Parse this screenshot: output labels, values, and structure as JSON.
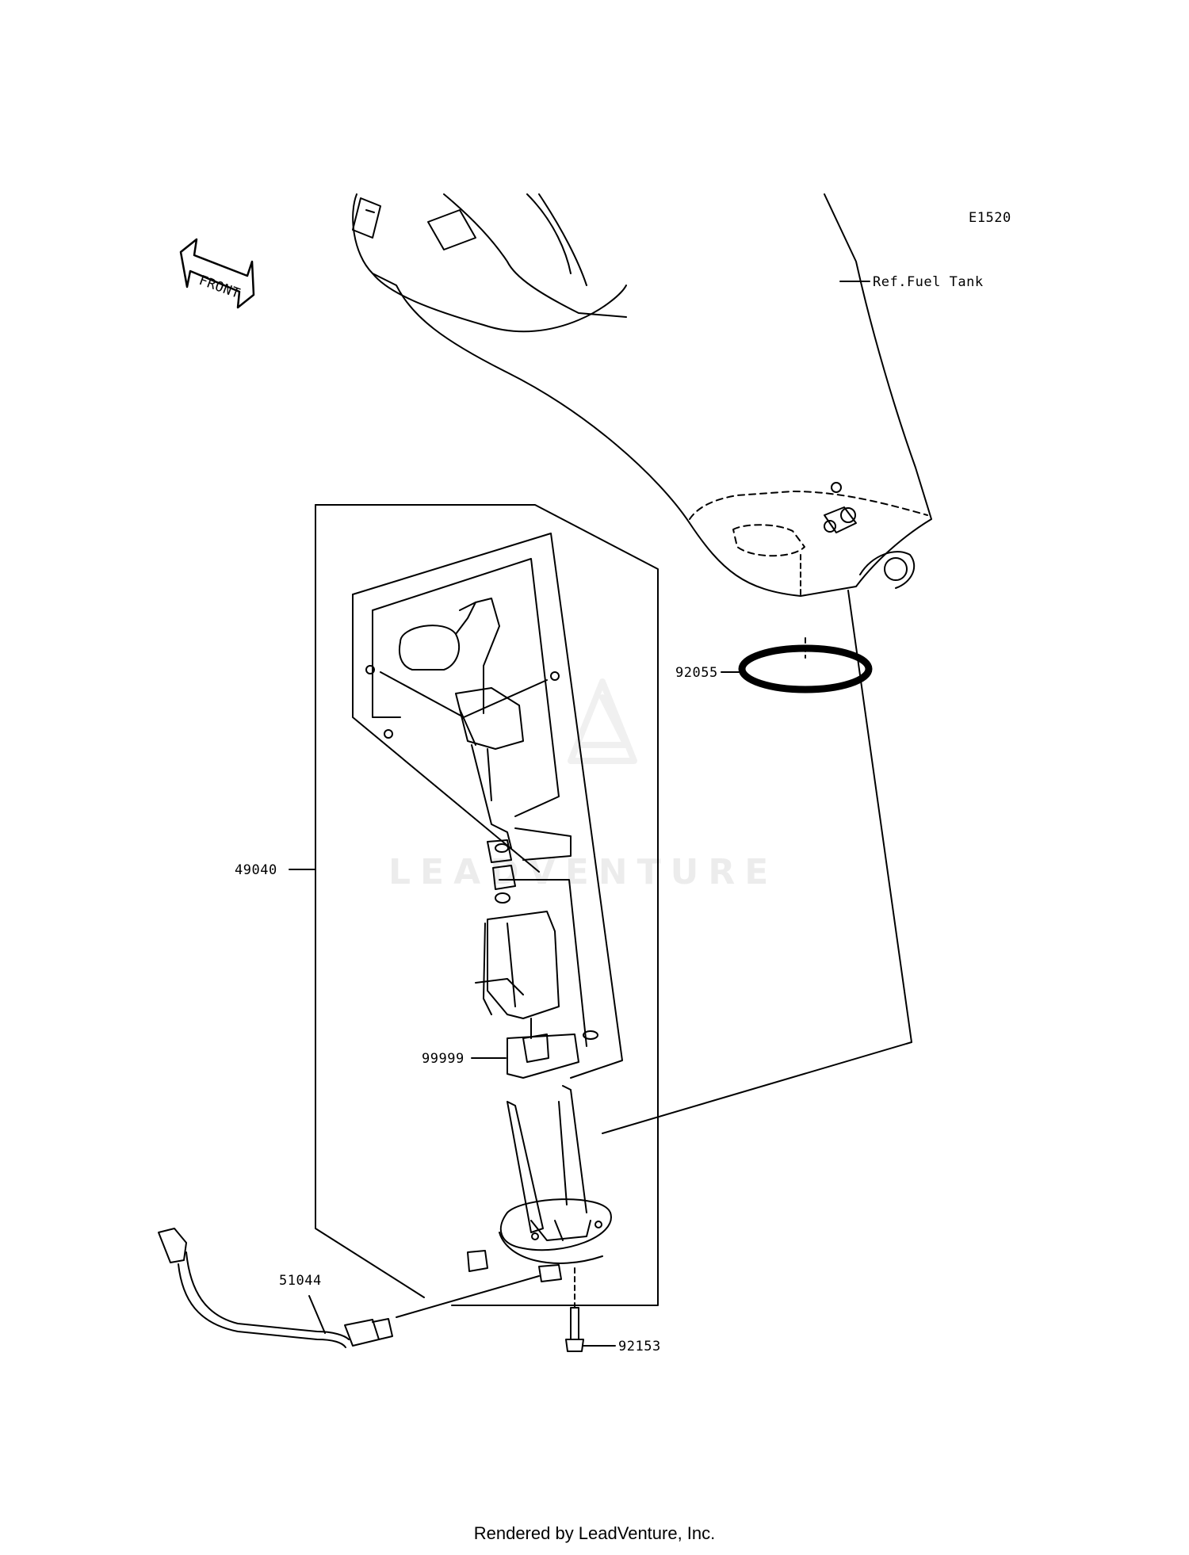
{
  "diagram": {
    "code": "E1520",
    "front_label": "FRONT",
    "ref_label": "Ref.Fuel Tank",
    "watermark": "LEADVENTURE",
    "callouts": {
      "ring": "92055",
      "pump_assy": "49040",
      "part_99999": "99999",
      "harness": "51044",
      "bolt": "92153"
    }
  },
  "footer": {
    "text": "Rendered by LeadVenture, Inc."
  }
}
